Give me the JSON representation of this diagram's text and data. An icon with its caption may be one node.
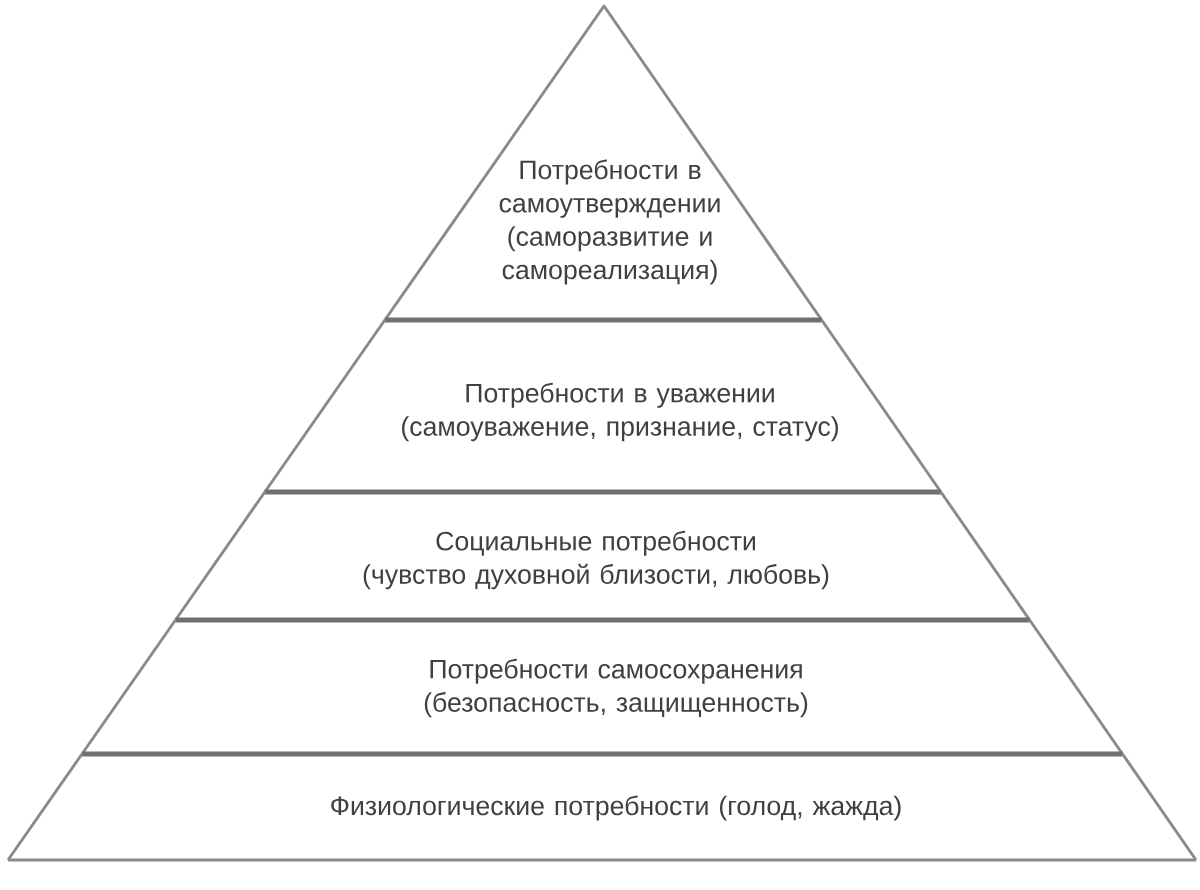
{
  "diagram": {
    "nodes": [
      {
        "text": [
          "Потребности в самоутверждении",
          "(саморазвитие и самореализация)"
        ]
      },
      {
        "text": [
          "Потребности в уважении",
          "(самоуважение, признание, статус)"
        ]
      },
      {
        "text": [
          "Социальные потребности",
          "(чувство духовной близости, любовь)"
        ]
      },
      {
        "text": [
          "Потребности самосохранения",
          "(безопасность, защищенность)"
        ]
      },
      {
        "text": [
          "Физиологические потребности (голод, жажда)"
        ]
      }
    ]
  }
}
